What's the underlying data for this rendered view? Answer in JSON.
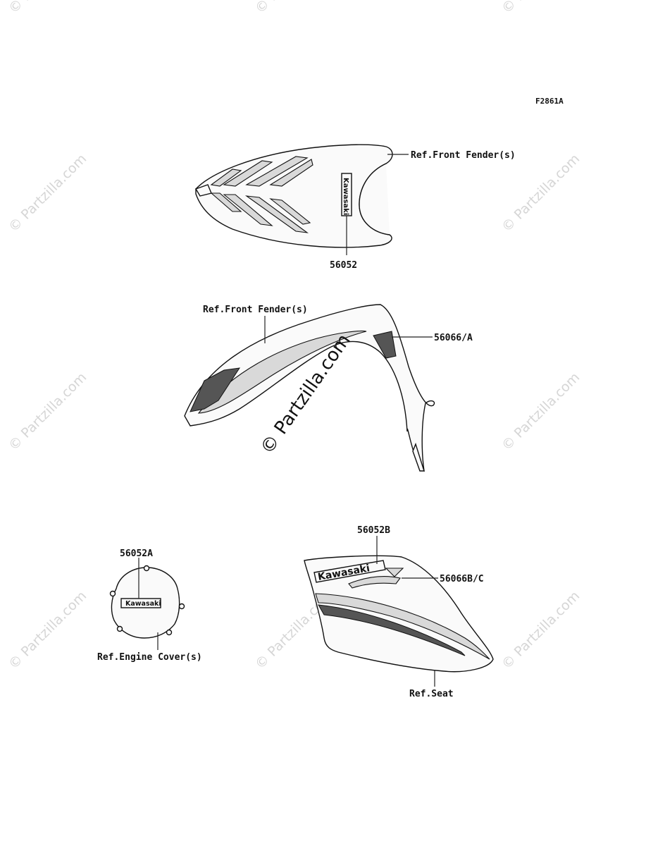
{
  "diagram_code": "F2861A",
  "watermark": "© Partzilla.com",
  "labels": {
    "front_fender_top": "Ref.Front Fender(s)",
    "part_56052": "56052",
    "front_fender_side": "Ref.Front Fender(s)",
    "part_56066_a": "56066/A",
    "part_56052a": "56052A",
    "engine_cover": "Ref.Engine Cover(s)",
    "part_56052b": "56052B",
    "part_56066bc": "56066B/C",
    "seat": "Ref.Seat"
  },
  "decals": {
    "brand": "Kawasaki"
  }
}
